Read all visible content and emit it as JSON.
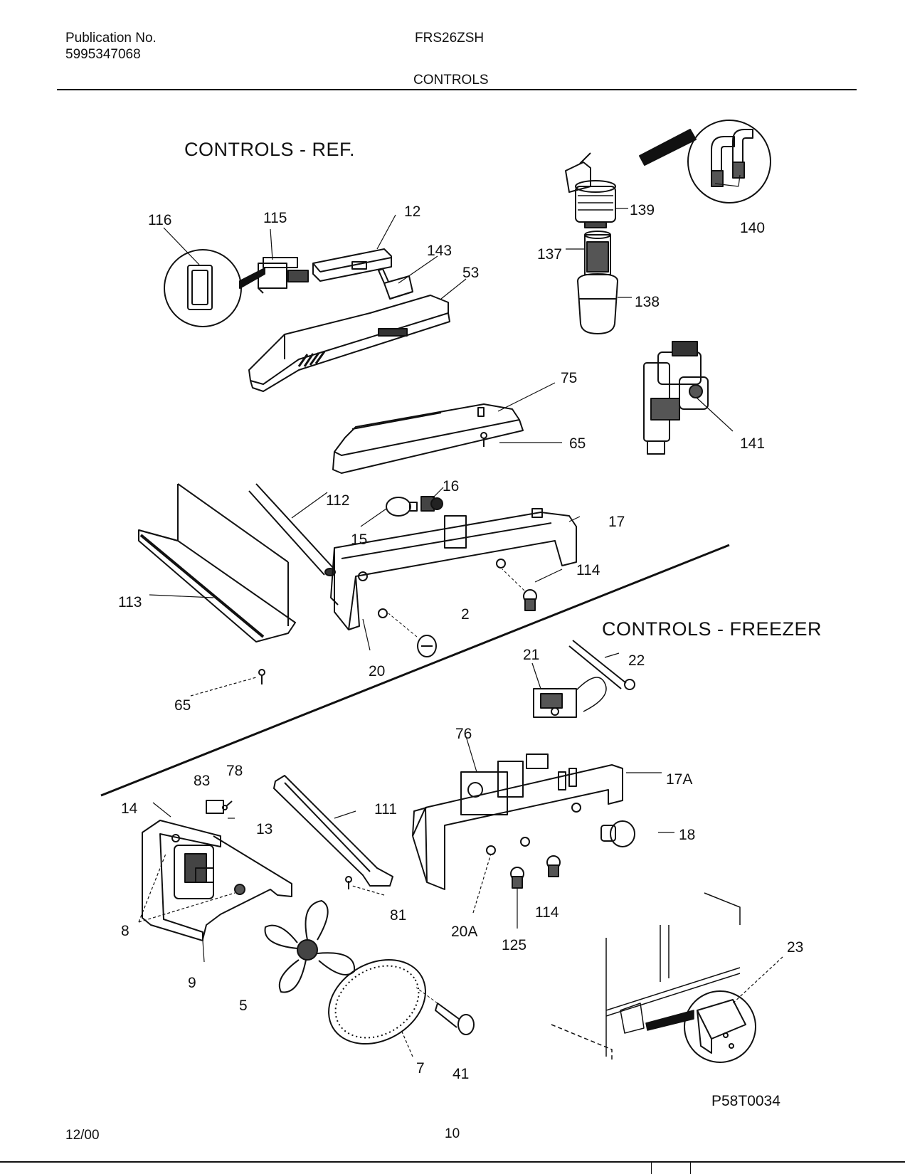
{
  "header": {
    "publication_label": "Publication No.",
    "publication_number": "5995347068",
    "model": "FRS26ZSH",
    "section": "CONTROLS"
  },
  "diagram": {
    "section_ref": "CONTROLS - REF.",
    "section_freezer": "CONTROLS - FREEZER",
    "callouts": [
      "116",
      "115",
      "12",
      "143",
      "53",
      "75",
      "65",
      "139",
      "140",
      "137",
      "138",
      "141",
      "112",
      "16",
      "17",
      "15",
      "114",
      "113",
      "2",
      "20",
      "65",
      "21",
      "22",
      "76",
      "17A",
      "83",
      "78",
      "14",
      "111",
      "13",
      "18",
      "8",
      "81",
      "20A",
      "114",
      "125",
      "9",
      "5",
      "23",
      "7",
      "41"
    ],
    "drawing_code": "P58T0034"
  },
  "footer": {
    "date": "12/00",
    "page": "10"
  }
}
